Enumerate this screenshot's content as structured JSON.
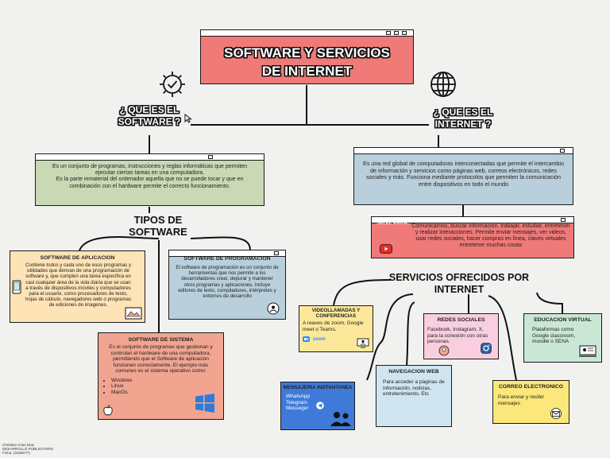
{
  "main_title": {
    "line1": "SOFTWARE Y SERVICIOS",
    "line2": "DE INTERNET"
  },
  "software_question": {
    "line1": "¿ QUE ES EL",
    "line2": "SOFTWARE ?"
  },
  "internet_question": {
    "line1": "¿ QUE ES EL",
    "line2": "INTERNET ?"
  },
  "software_def": "Es un conjunto de programas, instrucciones y reglas informáticas que permiten ejecutar ciertas tareas en una computadora.\nEs la parte inmaterial del ordenador aquella que no se puede tocar y que en combinación con el hardware permite el correcto funcionamiento.",
  "internet_def": "Es una red global de computadoras interconectadas que permite el intercambio de información y servicios como páginas web, correos electrónicos, redes sociales y más. Funciona mediante protocolos que permiten la comunicación entre dispositivos en todo el mundo",
  "sirve": {
    "label": "SIRVE PARA:",
    "text": "Comunicarnos, buscar información, trabajar, estudiar, entretener y realizar interacciones. Permite enviar mensajes, ver videos, usar redes sociales, hacer compras en línea, claves virtuales entretener muchas cosas"
  },
  "tipos_heading": {
    "line1": "TIPOS DE",
    "line2": "SOFTWARE"
  },
  "aplicacion": {
    "title": "SOFTWARE DE APLICACION",
    "text": "Contiene todos y cada uno de esos programas y utilidades que derivan de una programación de software y, que cumplen una tarea específica en casi cualquier área de la vida diaria que se usan a través de dispositivos móviles y computadores para el usuario, como procesadores de texto, hojas de cálculo, navegadores web o programas de ediciones de imagenes."
  },
  "programacion": {
    "title": "SOFTWARE DE PROGRAMACION",
    "text": "El software de programación es un conjunto de herramientas que nos permite a los desarrolladores crear, depurar y mantener otros programas y aplicaciones. Incluye editores de texto, compiladores, intérpretes y entornos de desarrollo"
  },
  "sistema": {
    "title": "SOFTWARE DE SISTEMA",
    "text": "Es el conjunto de programas que gestionan y controlan el hardware de una computadora, permitiendo que el Software de aplicación funcionen correctamente. El ejemplo más comunes es el sistema operativo como:",
    "items": [
      "Windows",
      "Linux",
      "MacOs"
    ]
  },
  "servicios_heading": {
    "line1": "SERVICIOS OFRECIDOS POR",
    "line2": "INTERNET"
  },
  "video": {
    "title": "VIDEOLLAMADAS Y CONFERENCIAS",
    "text": "A reaves de zoom, Google meet o Teams.",
    "logo": "zoom"
  },
  "redes": {
    "title": "REDES SOCIALES",
    "text": "Facebook, Instagram, X, para la conexión con otras personas."
  },
  "educacion": {
    "title": "EDUCACION VIRTUAL",
    "text": "Plataformas como Google classroom, moodle o SENA"
  },
  "mensajeria": {
    "title": "MENSAJERIA INSTANTANEA",
    "items": [
      "WhatsApp",
      "Telegram",
      "Messeger"
    ]
  },
  "navegacion": {
    "title": "NAVEGACION WEB",
    "text": "Para acceder a páginas de información, noticias, entretenimiento. Etc"
  },
  "correo": {
    "title": "CORREO ELECTRONICO",
    "text": "Para enviar y recibir mensajes"
  },
  "footer": {
    "line1": "Christian Arias Diaz",
    "line2": "DESARROLLO PUBLICITARIO",
    "line3": "Ficha: (3186077)"
  },
  "colors": {
    "title_red": "#f07a78",
    "software_green": "#c9d9b4",
    "internet_blue": "#b9d0dc",
    "sirve_red": "#f07a78",
    "app_orange": "#fde3b6",
    "prog_blue": "#b9d0dc",
    "sys_salmon": "#f1a591",
    "video_yellow": "#fde89a",
    "redes_pink": "#f9cfe0",
    "edu_green": "#c9e7d4",
    "msg_blue": "#3f7ad8",
    "nav_blue": "#cfe6f0",
    "correo_yellow": "#fce77a"
  }
}
